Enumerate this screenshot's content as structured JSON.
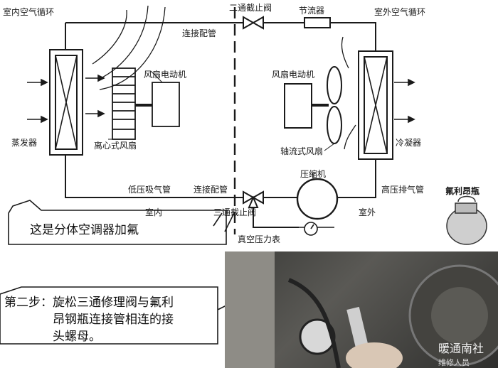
{
  "top": {
    "indoor_circ": "室内空气循环",
    "outdoor_circ": "室外空气循环",
    "two_way_valve": "二通截止阀",
    "throttle": "节流器",
    "connect_pipe_top": "连接配管",
    "fan_motor_left": "风扇电动机",
    "fan_motor_right": "风扇电动机",
    "evaporator": "蒸发器",
    "centrifugal_fan": "离心式风扇",
    "axial_fan": "轴流式风扇",
    "condenser": "冷凝器",
    "compressor": "压缩机",
    "low_pressure": "低压吸气管",
    "connect_pipe_bottom": "连接配管",
    "high_pressure": "高压排气管",
    "indoor": "室内",
    "outdoor": "室外",
    "three_way_valve": "三通截止阀",
    "vacuum_gauge": "真空压力表",
    "freon_bottle": "氟利昂瓶",
    "caption": "这是分体空调器加氟"
  },
  "bottom": {
    "step_line1": "第二步：旋松三通修理阀与氟利",
    "step_line2": "昂钢瓶连接管相连的接",
    "step_line3": "头螺母。",
    "watermark1": "暖通南社",
    "watermark2": "维修人员"
  },
  "colors": {
    "line": "#1a1a1a",
    "background": "#ffffff"
  }
}
